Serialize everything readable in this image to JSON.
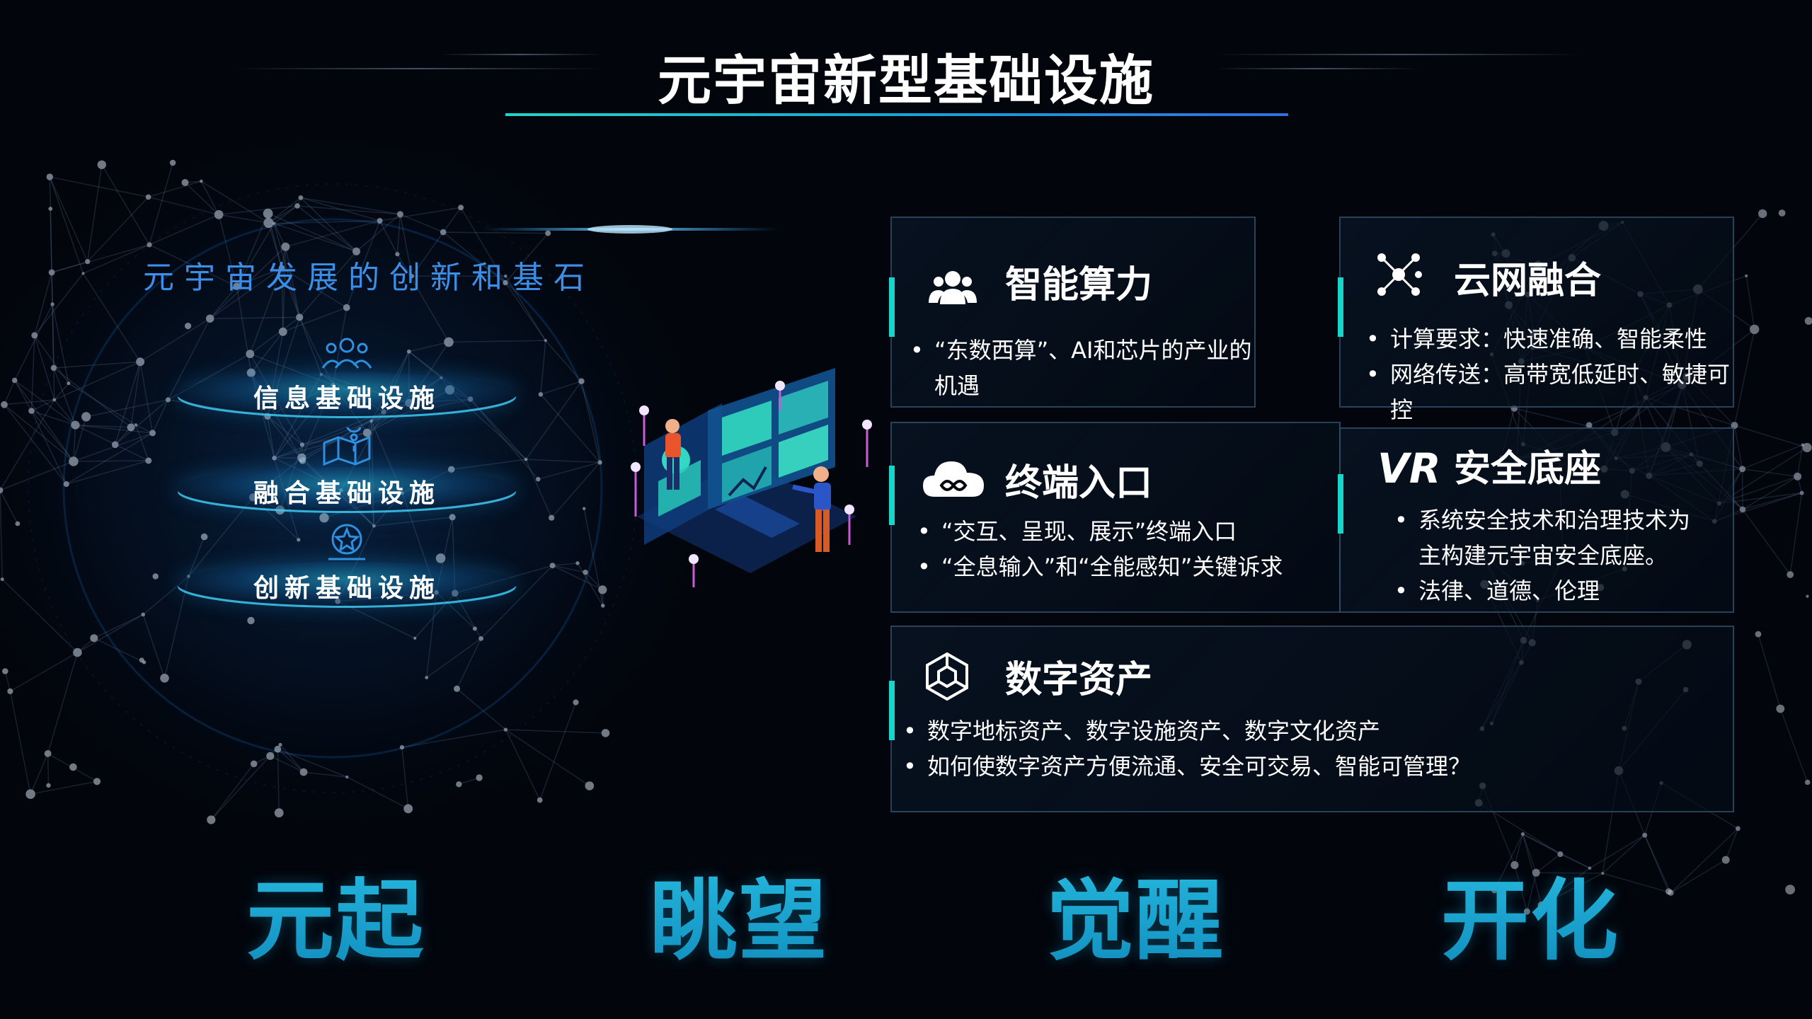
{
  "header": {
    "title": "元宇宙新型基础设施"
  },
  "left_panel": {
    "heading": "元宇宙发展的创新和基石",
    "items": [
      {
        "label": "信息基础设施",
        "icon": "people-network-icon"
      },
      {
        "label": "融合基础设施",
        "icon": "map-pin-icon"
      },
      {
        "label": "创新基础设施",
        "icon": "star-badge-icon"
      }
    ]
  },
  "illustration": {
    "icon": "data-dashboard-people-illustration"
  },
  "cards": [
    {
      "id": "compute",
      "title": "智能算力",
      "icon": "users-group-icon",
      "bullets": [
        "“东数西算”、AI和芯片的产业的机遇"
      ]
    },
    {
      "id": "cloud",
      "title": "云网融合",
      "icon": "network-nodes-icon",
      "bullets": [
        "计算要求：快速准确、智能柔性",
        "网络传送：高带宽低延时、敏捷可控"
      ]
    },
    {
      "id": "terminal",
      "title": "终端入口",
      "icon": "cloud-infinity-icon",
      "bullets": [
        "“交互、呈现、展示”终端入口",
        "“全息输入”和“全能感知”关键诉求"
      ]
    },
    {
      "id": "security",
      "title": "安全底座",
      "icon": "vr-icon",
      "icon_text": "VR",
      "bullets": [
        "系统安全技术和治理技术为",
        "主构建元宇宙安全底座。",
        "法律、道德、伦理"
      ]
    },
    {
      "id": "asset",
      "title": "数字资产",
      "icon": "hexagon-network-icon",
      "bullets": [
        "数字地标资产、数字设施资产、数字文化资产",
        "如何使数字资产方便流通、安全可交易、智能可管理？"
      ]
    }
  ],
  "keywords": [
    "元起",
    "眺望",
    "觉醒",
    "开化"
  ],
  "colors": {
    "accent_teal": "#15d6c8",
    "accent_blue": "#2f6fe0",
    "heading_blue": "#3c8fe8",
    "keyword": "#1aa6c8",
    "background": "#02050c"
  }
}
